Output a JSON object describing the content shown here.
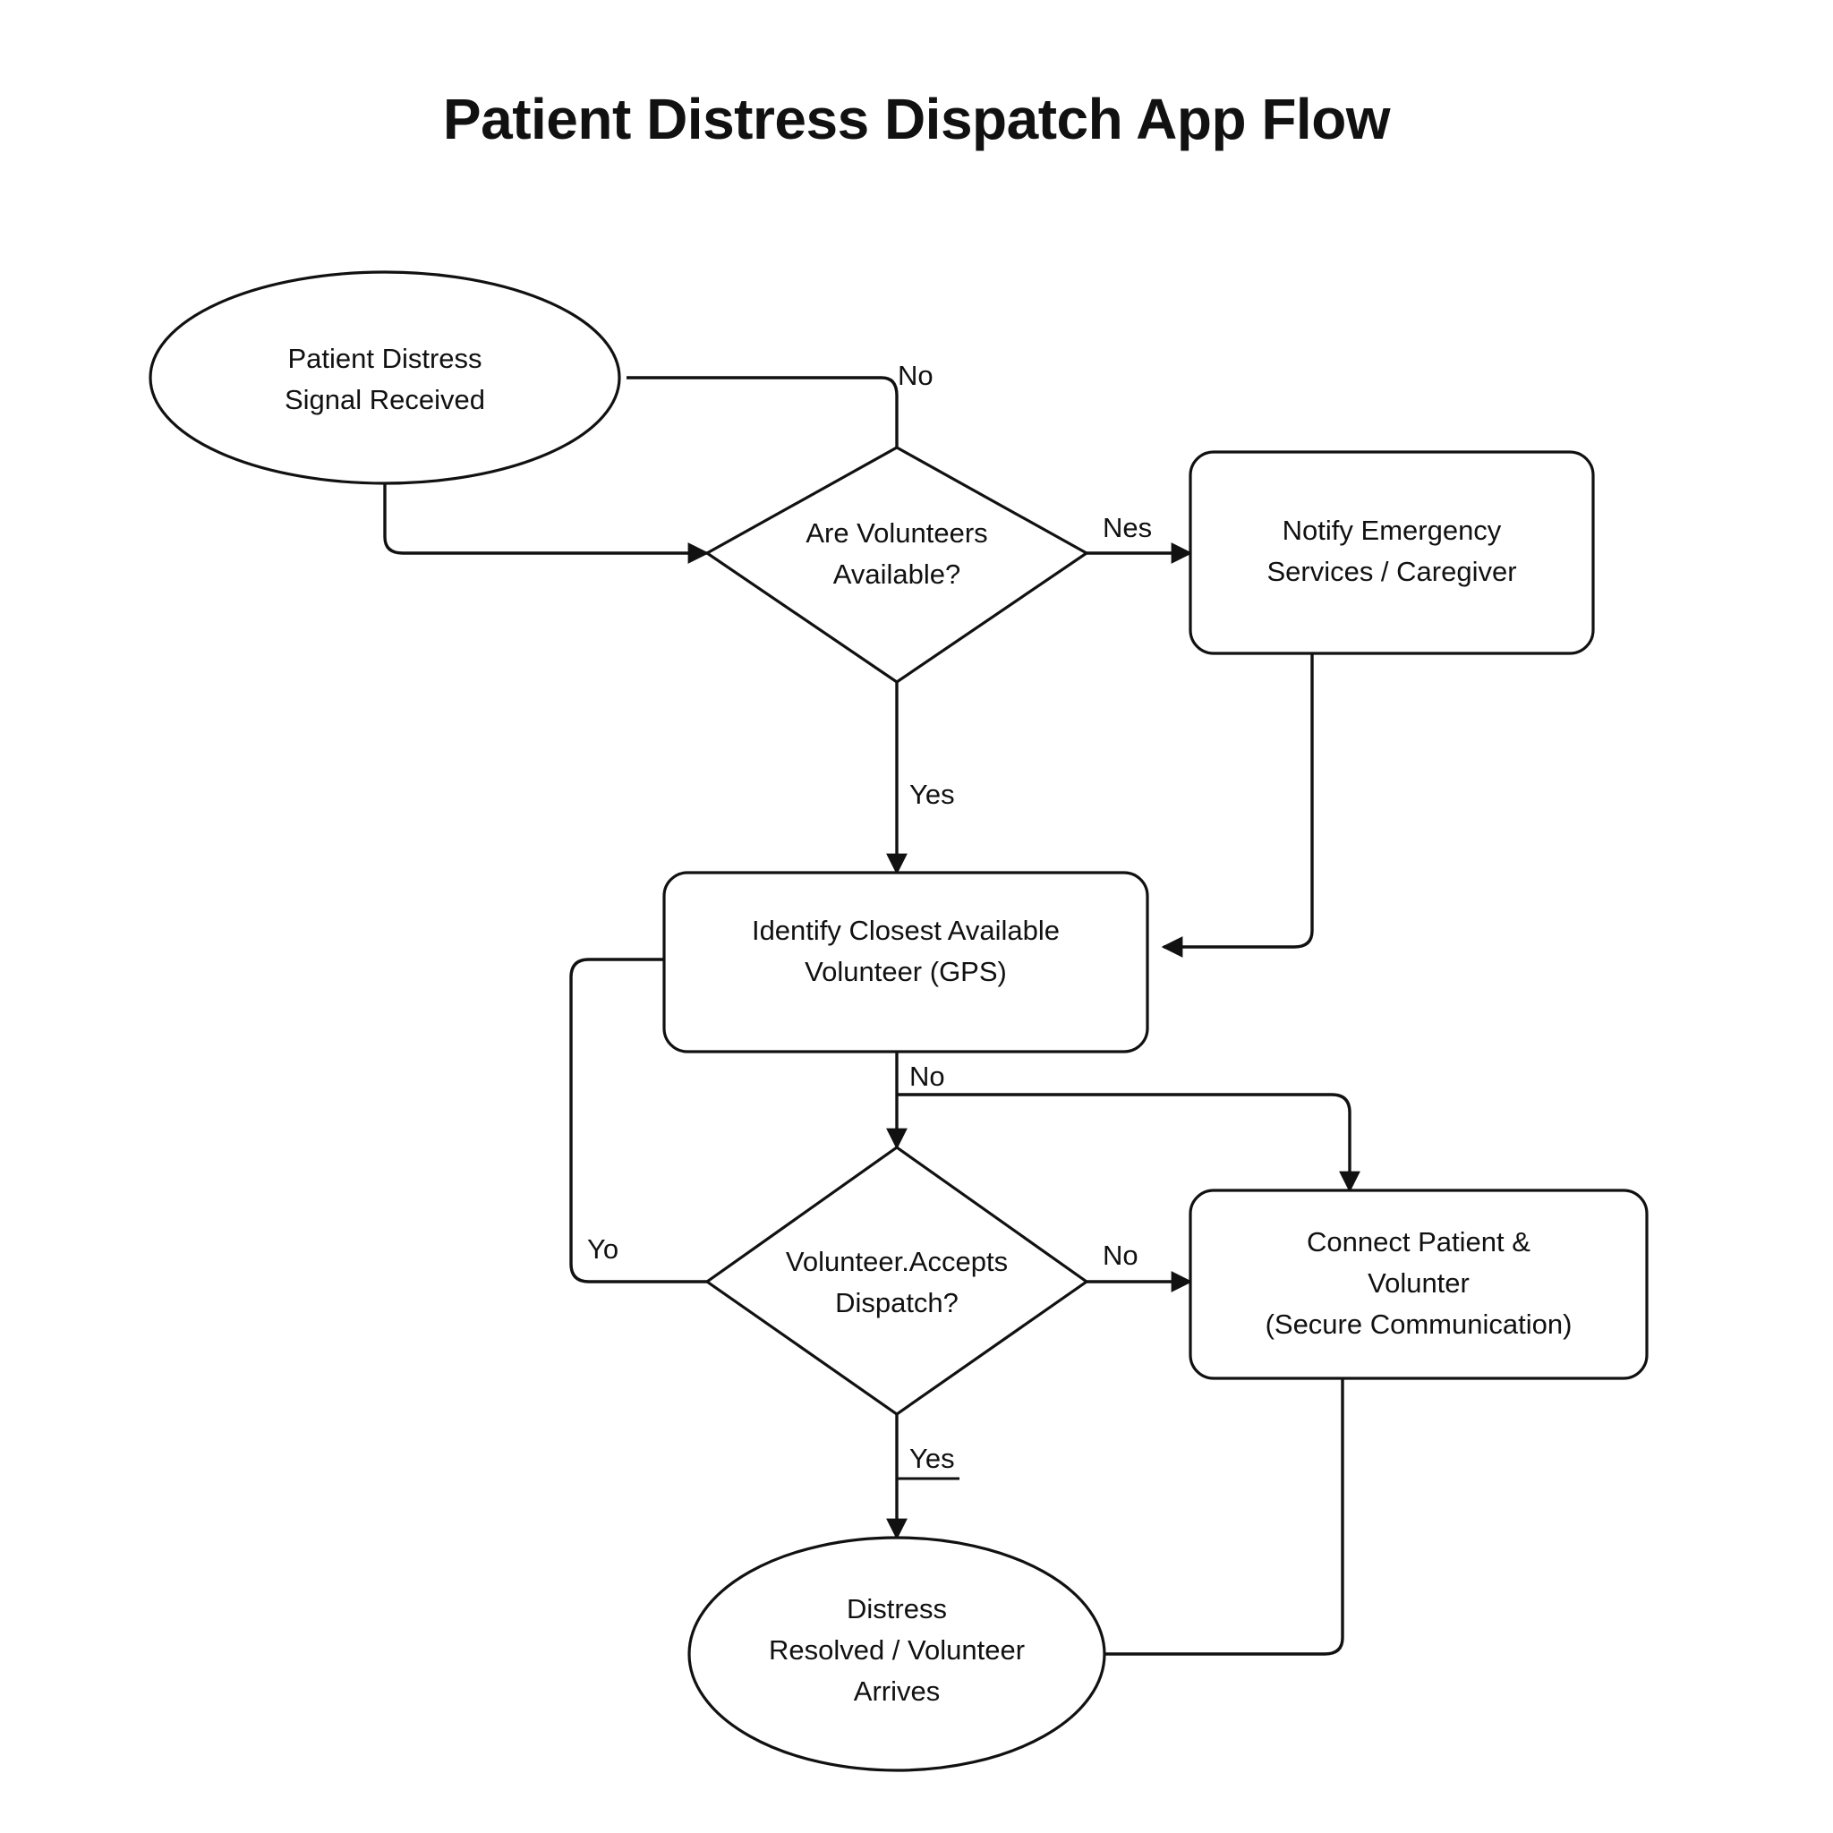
{
  "title": "Patient Distress Dispatch App Flow",
  "diagram": {
    "type": "flowchart",
    "background_color": "#ffffff",
    "stroke_color": "#111111",
    "nodes": [
      {
        "id": "start",
        "shape": "ellipse",
        "lines": [
          "Patient Distress",
          "Signal Received"
        ],
        "line1": "Patient Distress",
        "line2": "Signal Received"
      },
      {
        "id": "volunteers-available",
        "shape": "diamond",
        "lines": [
          "Are Volunteers",
          "Available?"
        ],
        "line1": "Are Volunteers",
        "line2": "Available?"
      },
      {
        "id": "notify-emergency",
        "shape": "rounded-rect",
        "lines": [
          "Notify Emergency",
          "Services / Caregiver"
        ],
        "line1": "Notify Emergency",
        "line2": "Services / Caregiver"
      },
      {
        "id": "identify-volunteer",
        "shape": "rounded-rect",
        "lines": [
          "Identify Closest Available",
          "Volunteer (GPS)"
        ],
        "line1": "Identify Closest Available",
        "line2": "Volunteer (GPS)"
      },
      {
        "id": "volunteer-accepts",
        "shape": "diamond",
        "lines": [
          "Volunteer.Accepts",
          "Dispatch?"
        ],
        "line1": "Volunteer.Accepts",
        "line2": "Dispatch?"
      },
      {
        "id": "connect-patient",
        "shape": "rounded-rect",
        "lines": [
          "Connect Patient &",
          "Volunter",
          "(Secure Communication)"
        ],
        "line1": "Connect Patient &",
        "line2": "Volunter",
        "line3": "(Secure Communication)"
      },
      {
        "id": "distress-resolved",
        "shape": "ellipse",
        "lines": [
          "Distress",
          "Resolved / Volunteer",
          "Arrives"
        ],
        "line1": "Distress",
        "line2": "Resolved / Volunteer",
        "line3": "Arrives"
      }
    ],
    "edge_labels": {
      "start_to_decision_top": "No",
      "available_to_notify": "Nes",
      "available_to_identify": "Yes",
      "identify_to_accepts": "No",
      "accepts_loopback": "Yo",
      "accepts_to_connect": "No",
      "accepts_to_resolved": "Yes"
    }
  }
}
